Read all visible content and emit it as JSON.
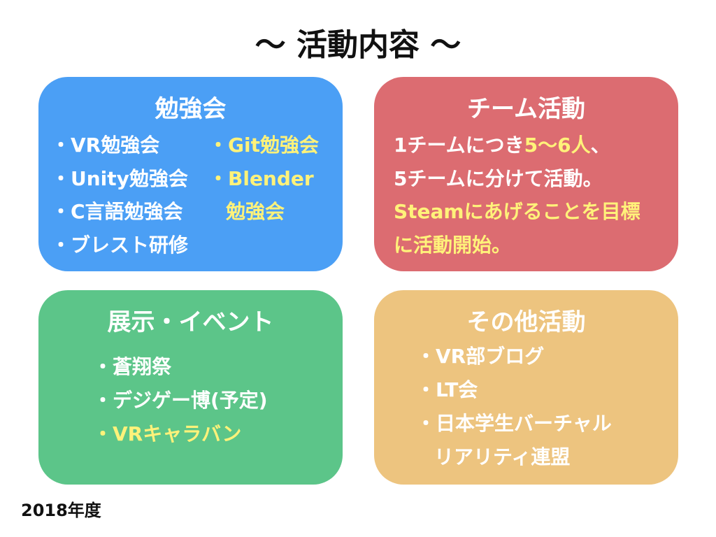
{
  "title": "〜 活動内容 〜",
  "study": {
    "heading": "勉強会",
    "left": [
      "・VR勉強会",
      "・Unity勉強会",
      "・C言語勉強会",
      "・ブレスト研修"
    ],
    "right": [
      "・Git勉強会",
      "・Blender",
      "勉強会"
    ]
  },
  "team": {
    "heading": "チーム活動",
    "l1a": "1チームにつき",
    "l1b": "5〜6人",
    "l1c": "、",
    "l2": "5チームに分けて活動。",
    "l3": "Steamにあげることを目標",
    "l4": "に活動開始。"
  },
  "events": {
    "heading": "展示・イベント",
    "items": [
      "・蒼翔祭",
      "・デジゲー博(予定)",
      "・VRキャラバン"
    ]
  },
  "other": {
    "heading": "その他活動",
    "items": [
      "・VR部ブログ",
      "・LT会",
      "・日本学生バーチャル",
      "リアリティ連盟"
    ]
  },
  "footer": "2018年度",
  "colors": {
    "blue": "#4b9ff5",
    "red": "#dc6c71",
    "green": "#5cc589",
    "orange": "#edc47f",
    "highlight": "#fff27a"
  }
}
